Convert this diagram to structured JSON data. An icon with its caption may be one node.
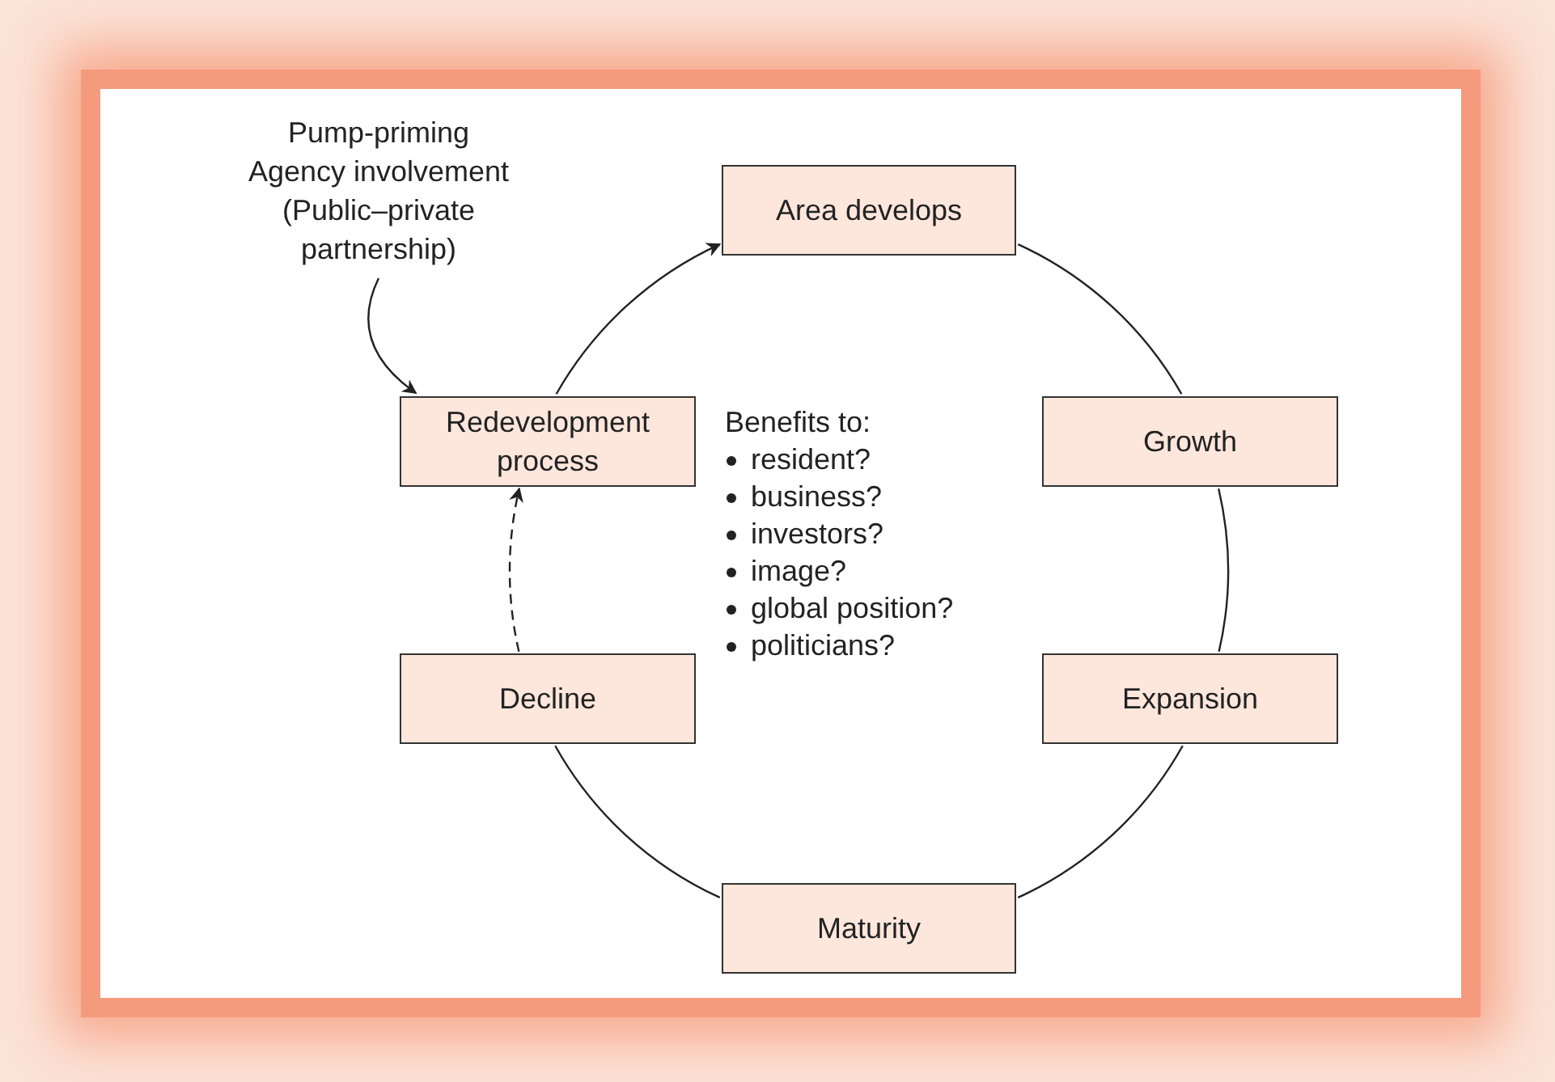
{
  "diagram": {
    "nodes": [
      {
        "text": [
          "Pump-priming Agency involvement (Public–private partnership)"
        ]
      },
      {
        "text": [
          "Area develops"
        ]
      },
      {
        "text": [
          "Redevelopment process"
        ]
      },
      {
        "text": [
          "Growth"
        ]
      },
      {
        "text": [
          "Decline"
        ]
      },
      {
        "text": [
          "Expansion"
        ]
      },
      {
        "text": [
          "Maturity"
        ]
      }
    ],
    "edges": [
      {
        "from": 0,
        "to": 2,
        "arrow": "to"
      },
      {
        "from": 2,
        "to": 1,
        "arrow": "to"
      },
      {
        "from": 1,
        "to": 3,
        "arrow": "none"
      },
      {
        "from": 3,
        "to": 5,
        "arrow": "none"
      },
      {
        "from": 5,
        "to": 6,
        "arrow": "none"
      },
      {
        "from": 6,
        "to": 4,
        "arrow": "none"
      },
      {
        "from": 4,
        "to": 2,
        "arrow": "to",
        "style": "dashed"
      }
    ],
    "labels": [
      "Benefits to:",
      "resident?",
      "business?",
      "investors?",
      "image?",
      "global position?",
      "politicians?"
    ]
  }
}
